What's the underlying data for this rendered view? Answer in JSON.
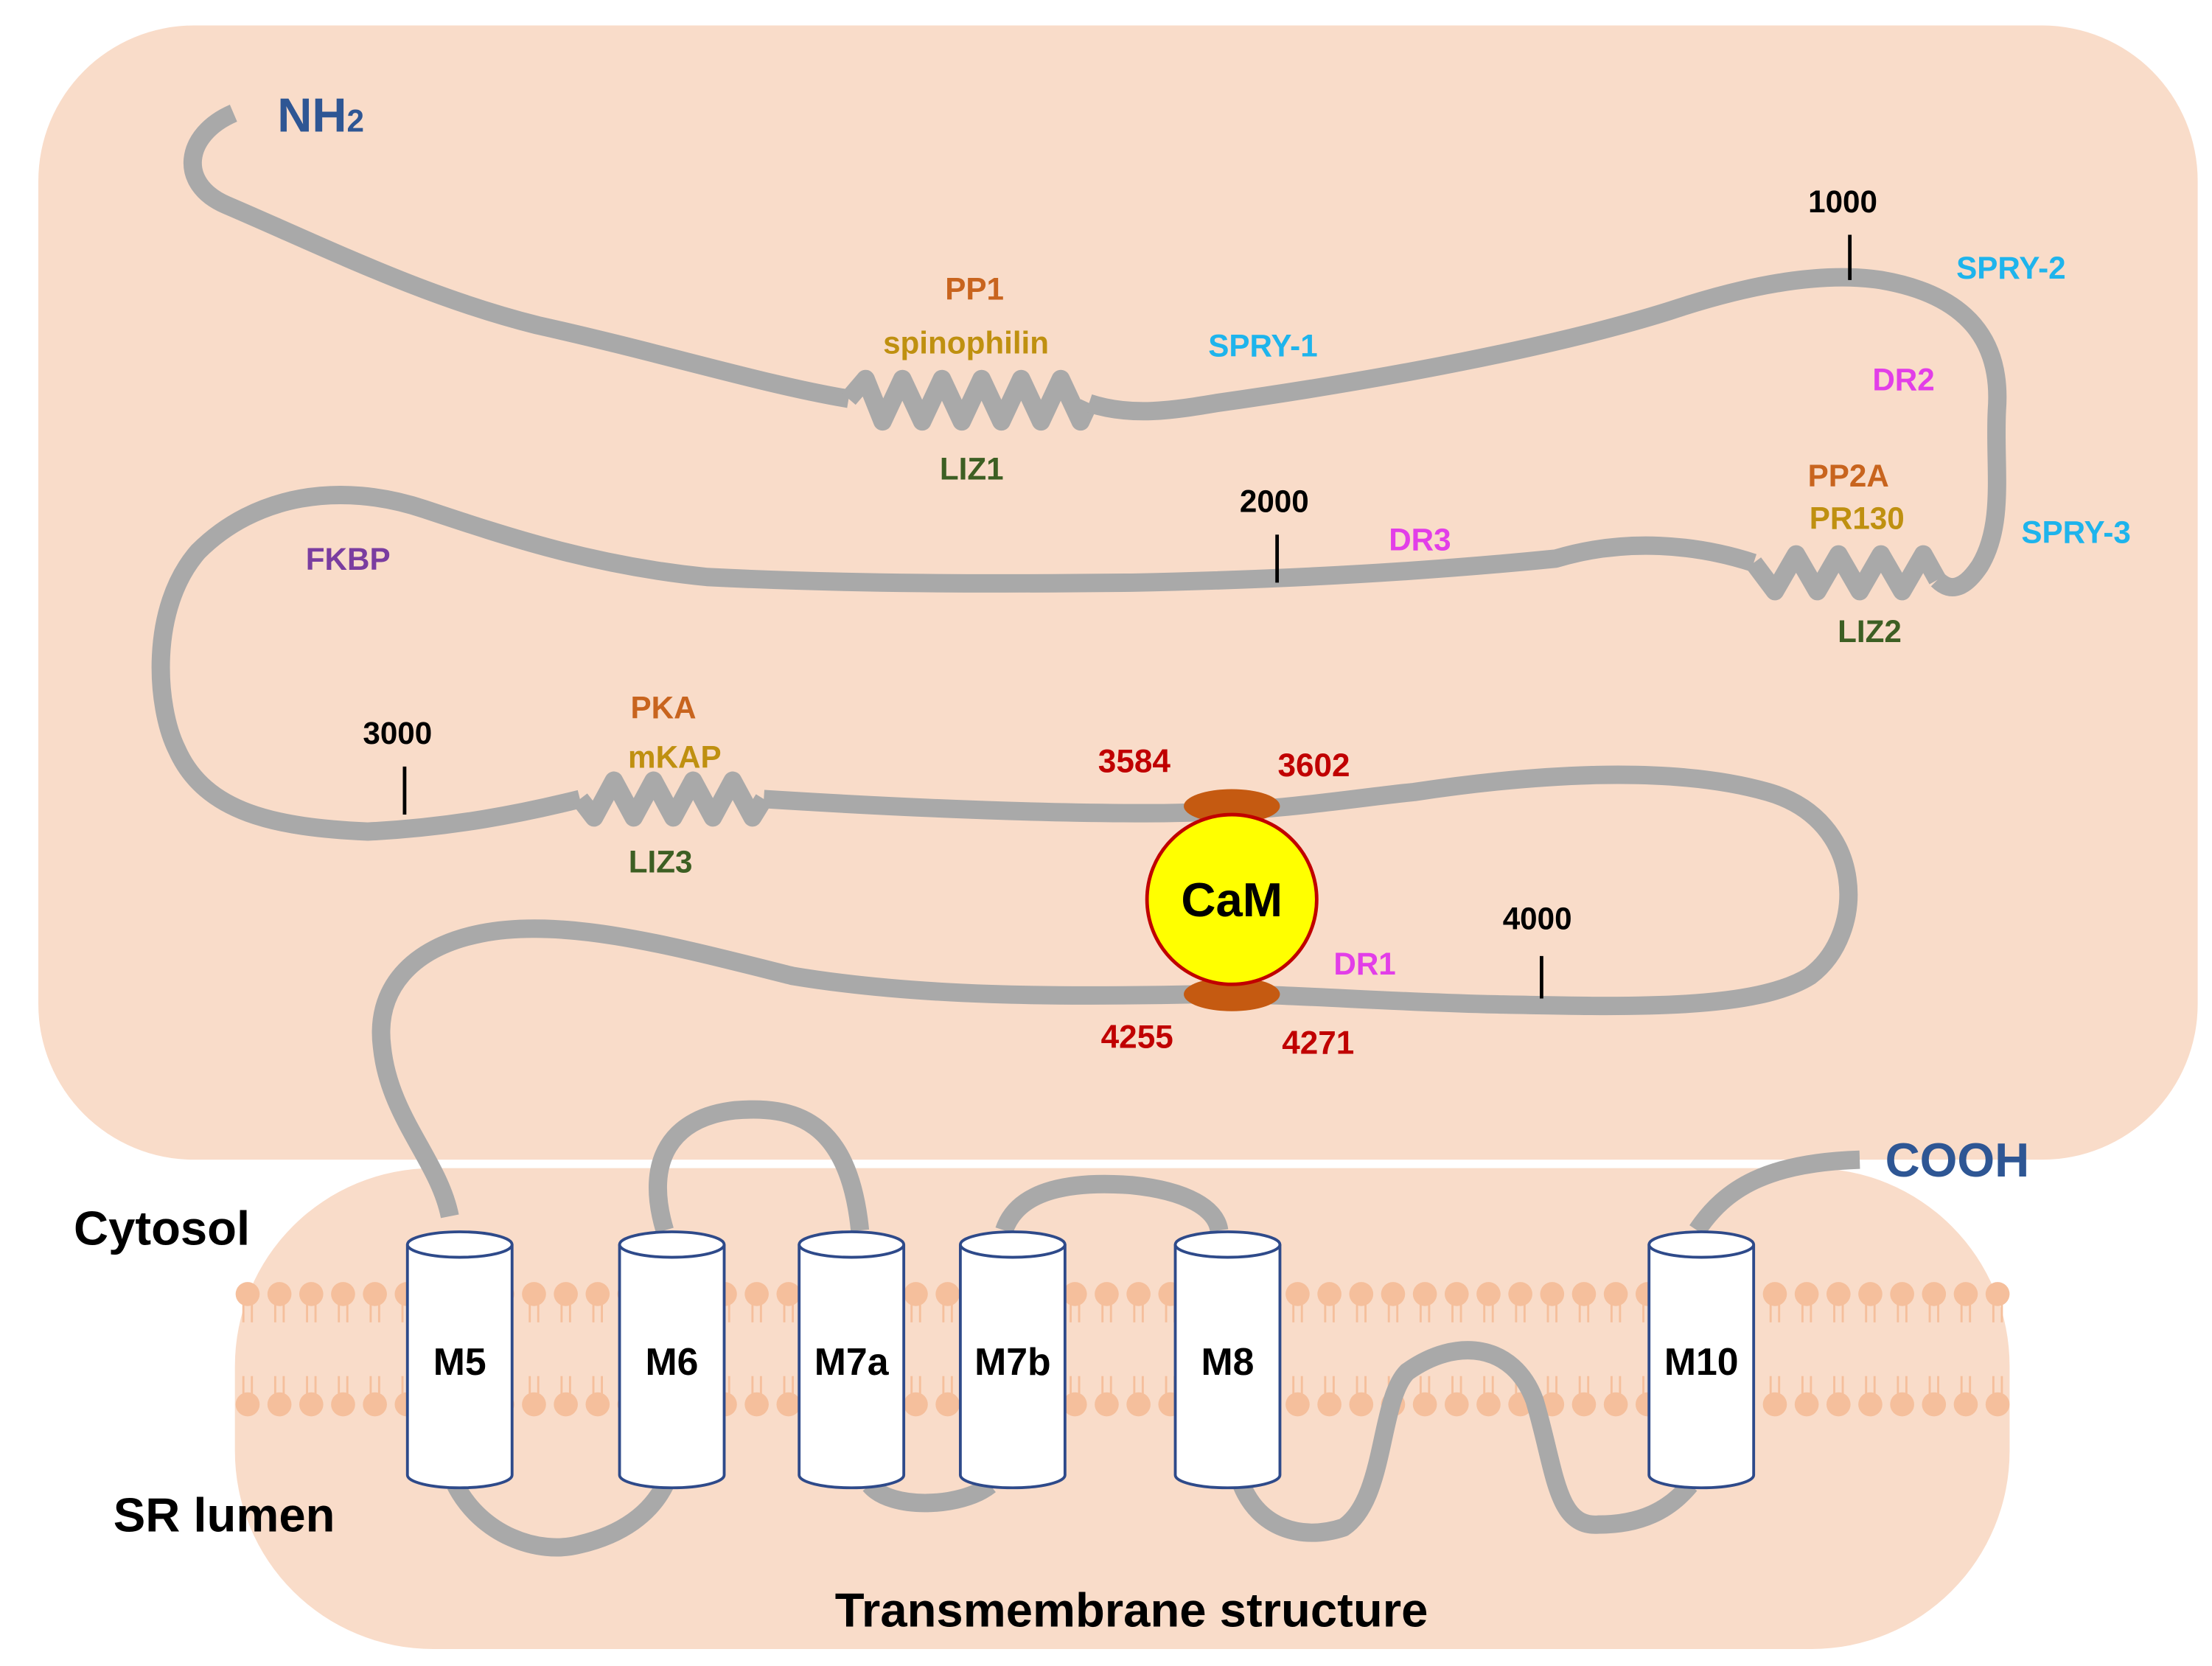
{
  "terminals": {
    "nh_main": "NH",
    "nh_sub": "2",
    "cooh": "COOH"
  },
  "positions": [
    "1000",
    "2000",
    "3000",
    "4000"
  ],
  "domains": {
    "spry1": "SPRY-1",
    "spry2": "SPRY-2",
    "spry3": "SPRY-3",
    "dr1": "DR1",
    "dr2": "DR2",
    "dr3": "DR3",
    "fkbp": "FKBP"
  },
  "binding": {
    "pp1": "PP1",
    "spinophilin": "spinophilin",
    "liz1": "LIZ1",
    "pp2a": "PP2A",
    "pr130": "PR130",
    "liz2": "LIZ2",
    "pka": "PKA",
    "mkap": "mKAP",
    "liz3": "LIZ3"
  },
  "cam": {
    "label": "CaM",
    "sites": [
      "3584",
      "3602",
      "4255",
      "4271"
    ]
  },
  "membrane": {
    "helices": [
      "M5",
      "M6",
      "M7a",
      "M7b",
      "M8",
      "M10"
    ],
    "cytosol": "Cytosol",
    "lumen": "SR lumen",
    "title": "Transmembrane structure"
  },
  "colors": {
    "background_region": "#f9dcc9",
    "strand": "#a9a9a9",
    "terminal": "#2e5694",
    "position": "#000000",
    "spry": "#1eb4ec",
    "dr": "#e23ee8",
    "fkbp": "#7a3da0",
    "kinase": "#c8641e",
    "anchor": "#bf9010",
    "liz": "#3d5f23",
    "cam_site": "#c00000",
    "cam_fill": "#ffff00",
    "cam_border": "#c00000",
    "cam_lobe": "#c55a11",
    "lipid": "#f5bf9c",
    "helix_border": "#2e4a8a"
  }
}
